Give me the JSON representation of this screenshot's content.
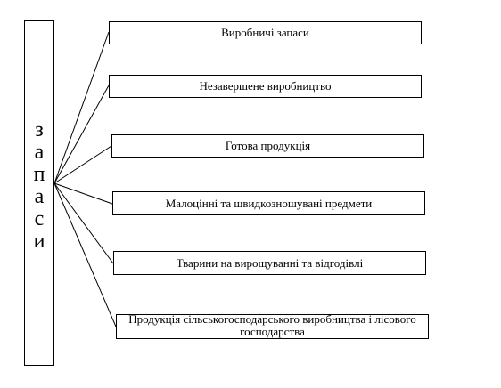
{
  "root": {
    "letters": [
      "з",
      "а",
      "п",
      "а",
      "с",
      "и"
    ]
  },
  "categories": [
    "Виробничі запаси",
    "Незавершене виробництво",
    "Готова продукція",
    "Малоцінні та швидкозношувані предмети",
    "Тварини на вирощуванні та відгодівлі",
    "Продукція сільськогосподарського виробництва і лісового господарства"
  ]
}
